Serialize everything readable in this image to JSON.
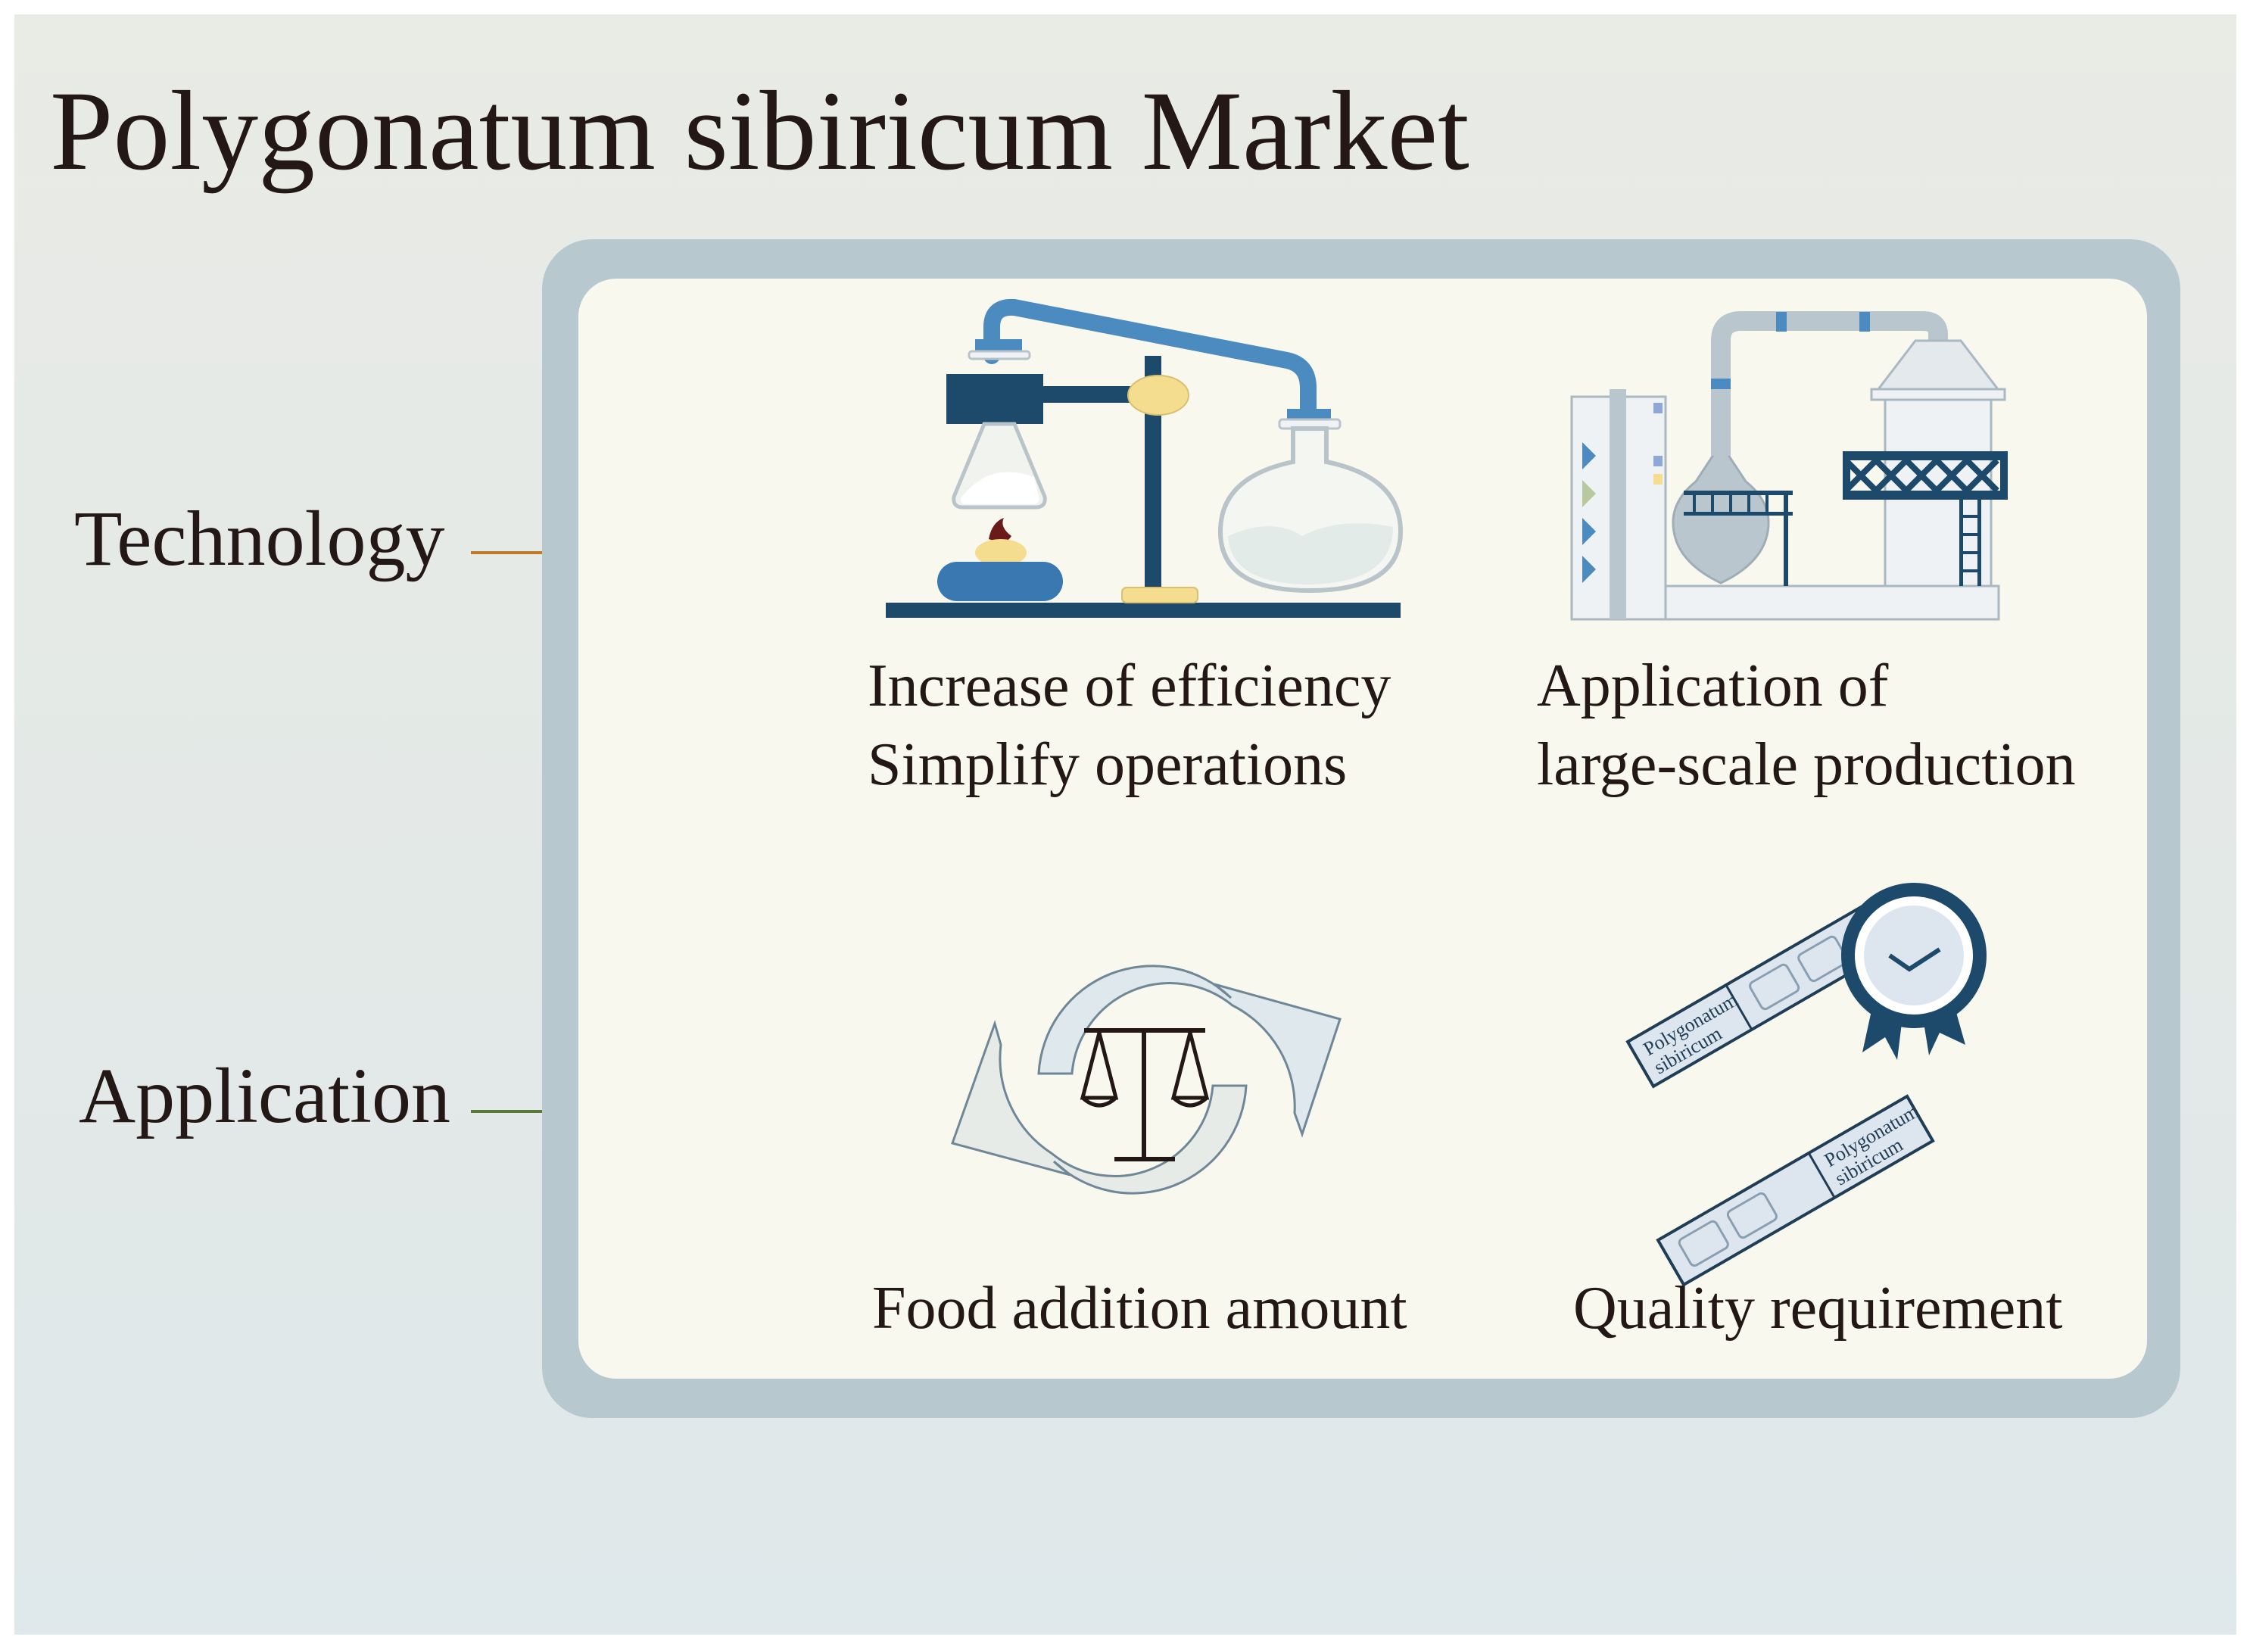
{
  "title": "Polygonatum sibiricum Market",
  "rows": [
    {
      "label": "Technology",
      "arrow_color": "#c07a2a"
    },
    {
      "label": "Application",
      "arrow_color": "#5a7a3a"
    }
  ],
  "cards": [
    {
      "icon": "chemistry-lab-apparatus-icon",
      "lines": [
        "Increase of efficiency",
        "Simplify operations"
      ]
    },
    {
      "icon": "industrial-factory-icon",
      "lines": [
        "Application of",
        "large-scale production"
      ]
    },
    {
      "icon": "balance-scale-cycle-icon",
      "lines": [
        "Food addition amount"
      ]
    },
    {
      "icon": "quality-certificate-icon",
      "lines": [
        "Quality requirement"
      ],
      "ticket_text": [
        "Polygonatum",
        "sibiricum"
      ]
    }
  ],
  "colors": {
    "dark_navy": "#1d4a6b",
    "mid_blue": "#4c8bc0",
    "pale_yellow": "#f5dd8f",
    "frame": "#b7c9ce",
    "panel": "#f8f8ef"
  }
}
